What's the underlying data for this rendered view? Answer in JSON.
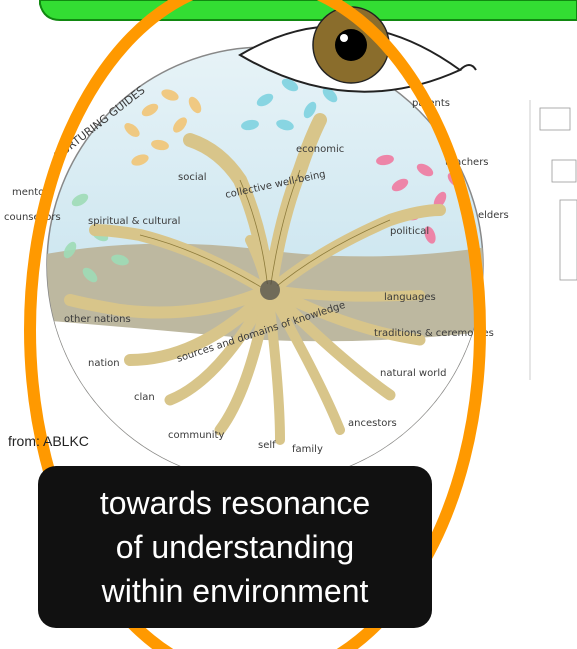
{
  "diagram": {
    "arc_title": "NURTURING GUIDES",
    "guides_left": [
      "mentors",
      "counsellors"
    ],
    "guides_right": [
      "parents",
      "teachers",
      "elders"
    ],
    "upper_labels": [
      "social",
      "economic",
      "collective well-being",
      "spiritual & cultural",
      "political"
    ],
    "lower_labels": [
      "other nations",
      "nation",
      "clan",
      "community",
      "self",
      "family",
      "ancestors",
      "natural world",
      "traditions & ceremonies",
      "languages"
    ],
    "root_label": "sources and domains of knowledge",
    "colors": {
      "banner": "#33dd33",
      "ellipse": "#ff9900",
      "iris": "#8a6d2c",
      "sky": "#bfe0ee",
      "soil": "#a9a48e",
      "tree": "#d8c58a",
      "leaf_social": "#f3c36f",
      "leaf_economic": "#7fd3e0",
      "leaf_political": "#f07aa0",
      "leaf_spiritual": "#9fdcb7"
    }
  },
  "source_note": "from: ABLKC",
  "caption_lines": [
    "towards resonance",
    "of understanding",
    "within environment"
  ]
}
